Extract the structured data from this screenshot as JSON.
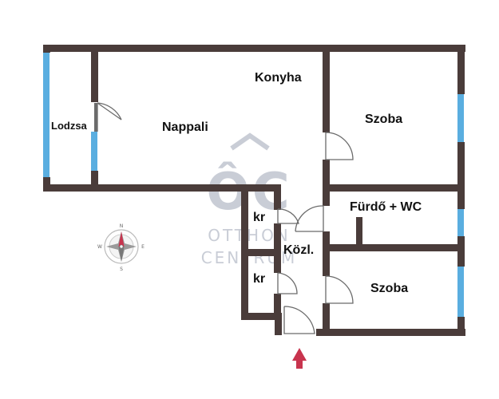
{
  "rooms": {
    "lodzsa": "Lodzsa",
    "nappali": "Nappali",
    "konyha": "Konyha",
    "szoba1": "Szoba",
    "furdo": "Fürdő + WC",
    "kr1": "kr",
    "kr2": "kr",
    "kozl": "Közl.",
    "szoba2": "Szoba"
  },
  "watermark": {
    "logo": "ÔC",
    "line1": "OTTHON",
    "line2": "CENTRUM"
  },
  "compass": {
    "n": "N",
    "e": "E",
    "s": "S",
    "w": "W"
  },
  "colors": {
    "wall": "#4a3c3a",
    "window": "#5aaee0",
    "door": "#6b6b6b",
    "entrance": "#c8344e",
    "watermark": "#c9cdd6"
  },
  "icons": {
    "entrance": "entrance-arrow-icon",
    "compass": "compass-rose-icon"
  }
}
